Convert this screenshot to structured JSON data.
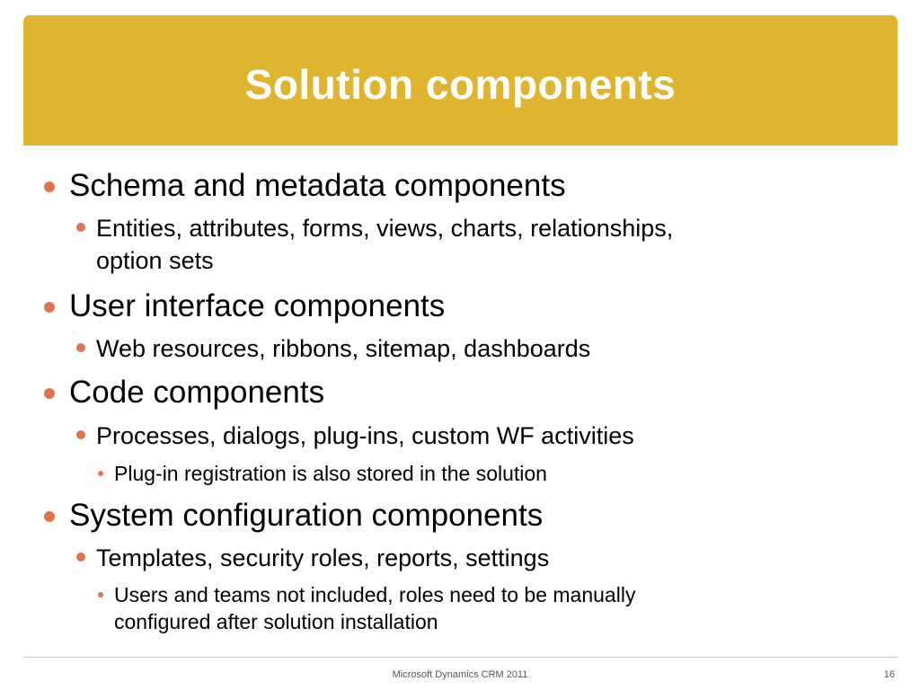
{
  "slide": {
    "title": "Solution components",
    "accent_color": "#dfb530",
    "bullet_color": "#e2734f"
  },
  "bullets": [
    {
      "level": 1,
      "text": "Schema and metadata components"
    },
    {
      "level": 2,
      "lines": [
        "Entities, attributes, forms, views, charts, relationships,",
        "option sets"
      ]
    },
    {
      "level": 1,
      "text": "User interface components"
    },
    {
      "level": 2,
      "text": "Web resources, ribbons, sitemap, dashboards"
    },
    {
      "level": 1,
      "text": "Code components"
    },
    {
      "level": 2,
      "text": "Processes, dialogs, plug-ins, custom WF activities"
    },
    {
      "level": 3,
      "text": "Plug-in registration is also stored in the solution"
    },
    {
      "level": 1,
      "text": "System configuration components"
    },
    {
      "level": 2,
      "text": "Templates, security roles, reports, settings"
    },
    {
      "level": 3,
      "lines": [
        "Users and teams not included, roles need to be manually",
        "configured after solution installation"
      ]
    }
  ],
  "footer": {
    "center_text": "Microsoft Dynamics CRM 2011",
    "page_number": "16"
  }
}
